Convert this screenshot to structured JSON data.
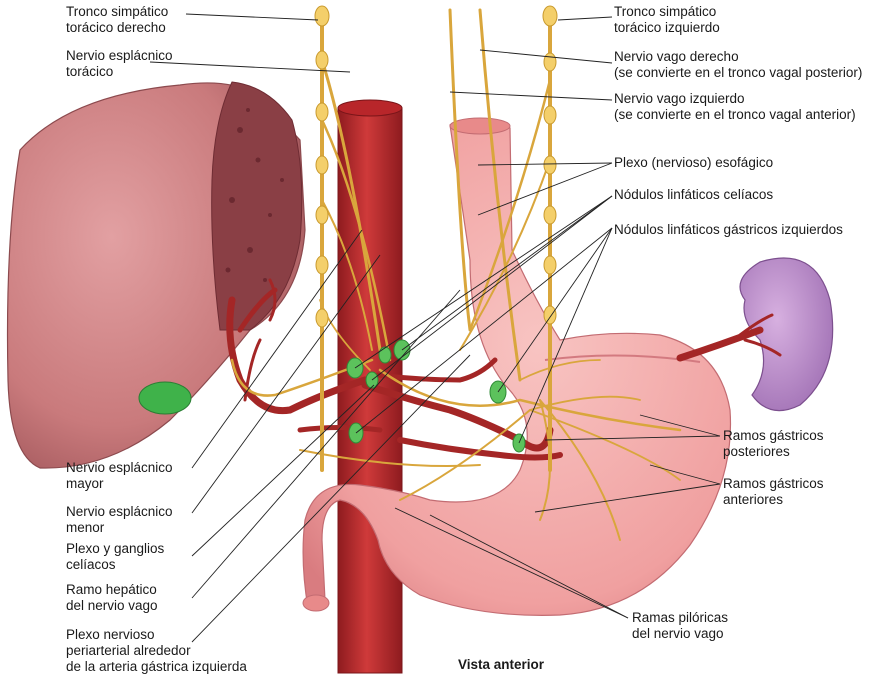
{
  "labels": {
    "tronco_der": [
      "Tronco simpático",
      "torácico derecho"
    ],
    "espl_toracico": [
      "Nervio esplácnico",
      "torácico"
    ],
    "tronco_izq": [
      "Tronco simpático",
      "torácico izquierdo"
    ],
    "vago_der": [
      "Nervio vago derecho",
      "(se convierte en el tronco vagal posterior)"
    ],
    "vago_izq": [
      "Nervio vago izquierdo",
      "(se convierte en el tronco vagal anterior)"
    ],
    "plexo_esof": [
      "Plexo (nervioso) esofágico"
    ],
    "nodulos_celiacos": [
      "Nódulos linfáticos celíacos"
    ],
    "nodulos_gastricos": [
      "Nódulos linfáticos gástricos izquierdos"
    ],
    "ramos_post": [
      "Ramos gástricos",
      "posteriores"
    ],
    "ramos_ant": [
      "Ramos gástricos",
      "anteriores"
    ],
    "ramas_piloricas": [
      "Ramas pilóricas",
      "del nervio vago"
    ],
    "espl_mayor": [
      "Nervio esplácnico",
      "mayor"
    ],
    "espl_menor": [
      "Nervio esplácnico",
      "menor"
    ],
    "plexo_ganglios": [
      "Plexo y ganglios",
      "celíacos"
    ],
    "ramo_hepatico": [
      "Ramo hepático",
      "del nervio vago"
    ],
    "plexo_periarterial": [
      "Plexo nervioso",
      "periarterial alrededor",
      "de la arteria gástrica izquierda"
    ]
  },
  "caption": "Vista anterior",
  "colors": {
    "nerve": "#f2c55a",
    "nerve_stroke": "#c99a2e",
    "aorta": "#b8262a",
    "artery": "#b02a2a",
    "liver": "#c97a7c",
    "liver_cut": "#8a3f45",
    "stomach": "#f2a3a3",
    "esophagus": "#ef9c9c",
    "spleen": "#b886c8",
    "lymph_node": "#5cc25c",
    "leader": "#222222"
  }
}
